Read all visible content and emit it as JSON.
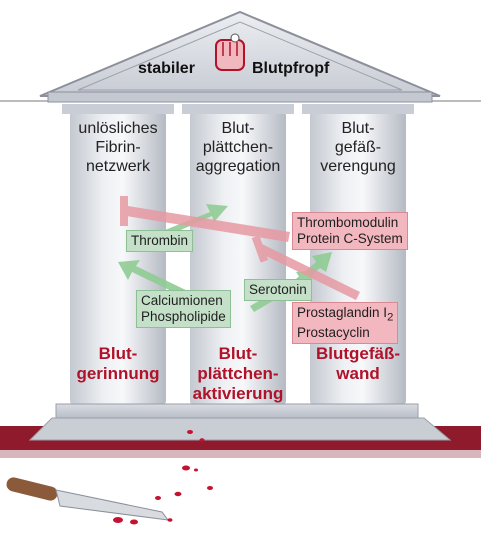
{
  "roof": {
    "left": "stabiler",
    "right": "Blutpfropf"
  },
  "columns": [
    {
      "top": "unlösliches Fibrin- netzwerk",
      "bottom": "Blut- gerinnung"
    },
    {
      "top": "Blut- plättchen- aggregation",
      "bottom": "Blut- plättchen- aktivierung"
    },
    {
      "top": "Blut- gefäß- verengung",
      "bottom": "Blutgefäß- wand"
    }
  ],
  "boxes": {
    "thrombin": "Thrombin",
    "thrombomodulin": "Thrombomodulin",
    "protein_c": "Protein C-System",
    "serotonin": "Serotonin",
    "calciumionen": "Calciumionen",
    "phospholipide": "Phospholipide",
    "prostaglandin": "Prostaglandin I",
    "prostaglandin_sub": "2",
    "prostacyclin": "Prostacyclin"
  },
  "colors": {
    "accent_red": "#b0122a",
    "band": "#8e1a2c",
    "green_arrow": "#8fcc94",
    "red_arrow": "#e79aa3"
  }
}
